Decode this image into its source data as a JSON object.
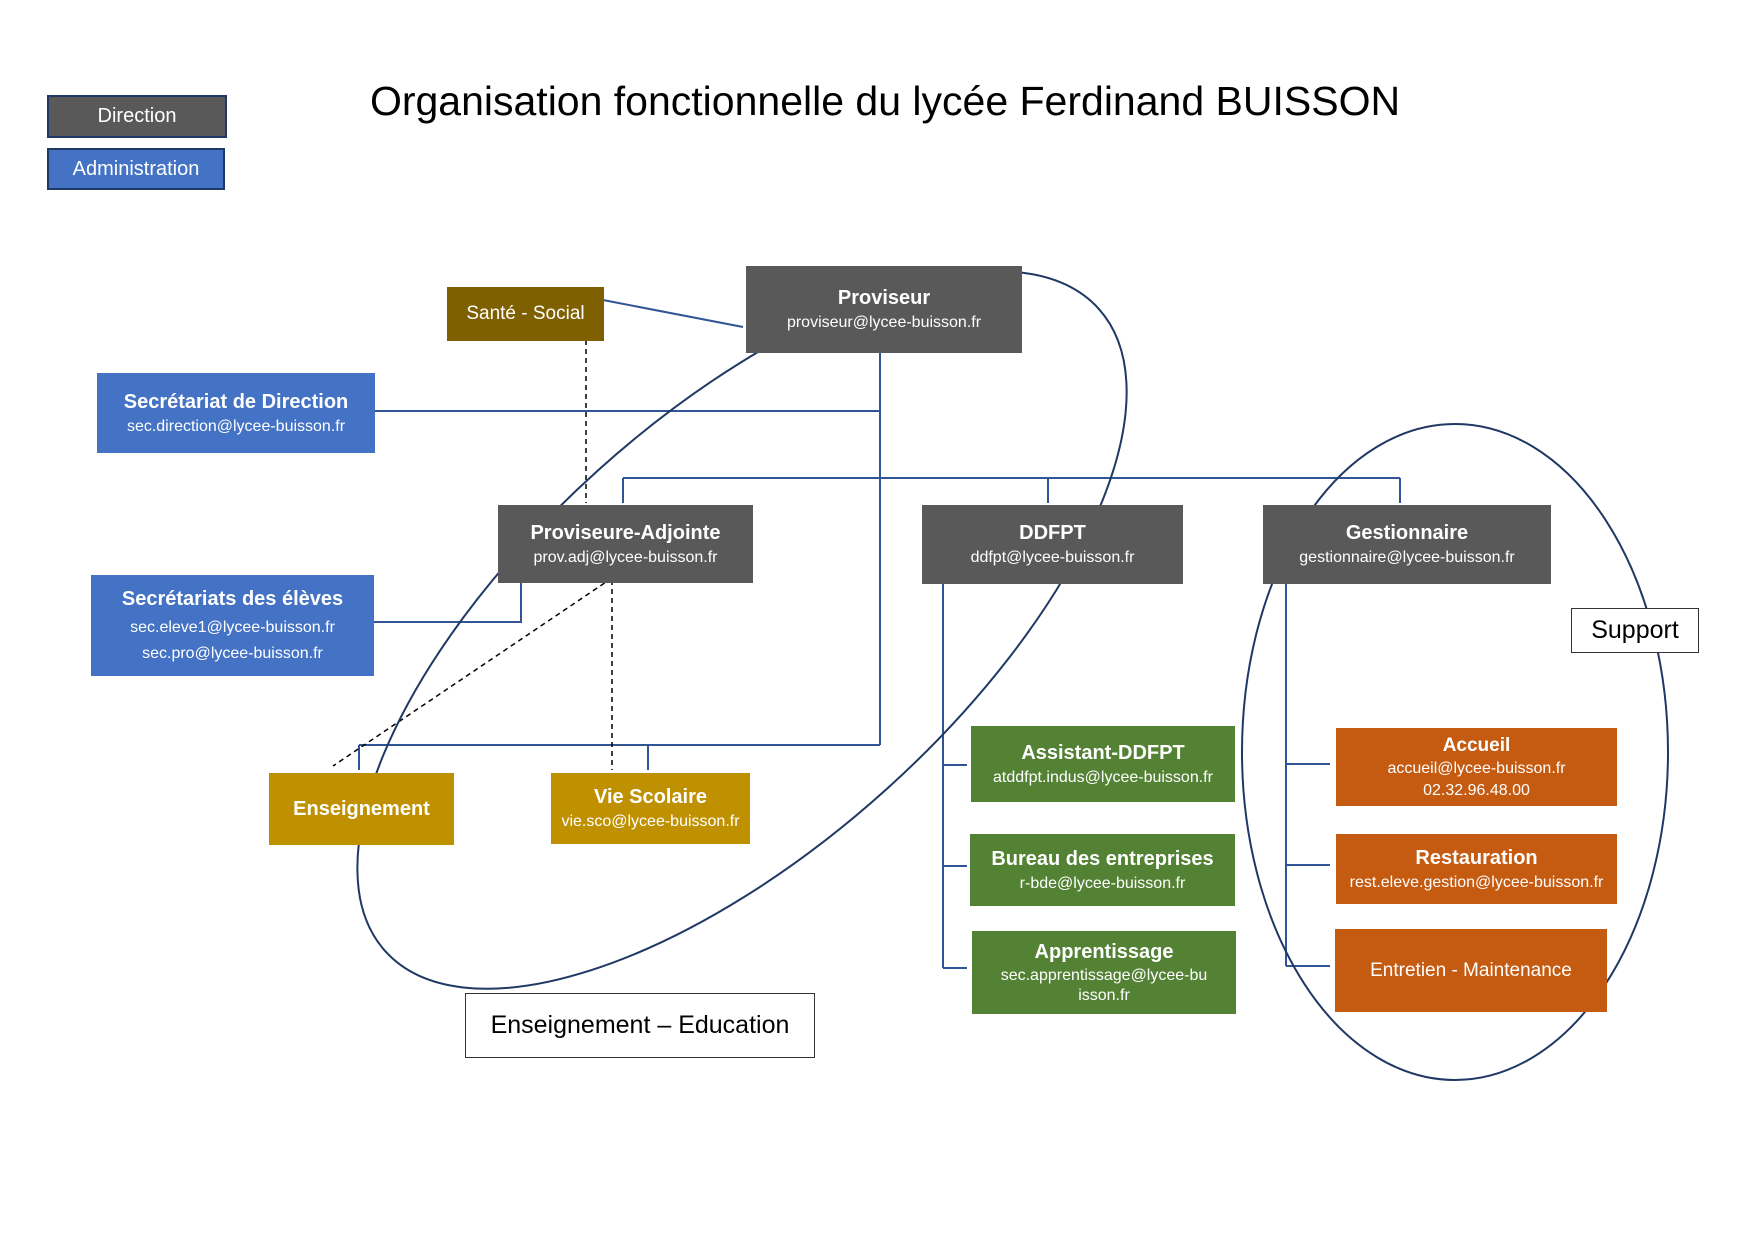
{
  "title": "Organisation fonctionnelle du lycée Ferdinand BUISSON",
  "legend": {
    "direction": "Direction",
    "administration": "Administration"
  },
  "groups": {
    "enseignement": "Enseignement – Education",
    "support": "Support"
  },
  "colors": {
    "direction": "#595959",
    "administration": "#4472c4",
    "sante": "#7f6000",
    "enseignement": "#bf9000",
    "ddfpt_services": "#548235",
    "support_services": "#c55a11",
    "lines": "#2f5597"
  },
  "nodes": {
    "proviseur": {
      "title": "Proviseur",
      "email": "proviseur@lycee-buisson.fr"
    },
    "sante": {
      "title": "Santé - Social"
    },
    "sec_direction": {
      "title": "Secrétariat de Direction",
      "email": "sec.direction@lycee-buisson.fr"
    },
    "prov_adjointe": {
      "title": "Proviseure-Adjointe",
      "email": "prov.adj@lycee-buisson.fr"
    },
    "ddfpt": {
      "title": "DDFPT",
      "email": "ddfpt@lycee-buisson.fr"
    },
    "gestionnaire": {
      "title": "Gestionnaire",
      "email": "gestionnaire@lycee-buisson.fr"
    },
    "sec_eleves": {
      "title": "Secrétariats des élèves",
      "email1": "sec.eleve1@lycee-buisson.fr",
      "email2": "sec.pro@lycee-buisson.fr"
    },
    "enseignement": {
      "title": "Enseignement"
    },
    "vie_scolaire": {
      "title": "Vie Scolaire",
      "email": "vie.sco@lycee-buisson.fr"
    },
    "assistant_ddfpt": {
      "title": "Assistant-DDFPT",
      "email": "atddfpt.indus@lycee-buisson.fr"
    },
    "bureau_entreprises": {
      "title": "Bureau des entreprises",
      "email": "r-bde@lycee-buisson.fr"
    },
    "apprentissage": {
      "title": "Apprentissage",
      "email": "sec.apprentissage@lycee-buisson.fr"
    },
    "accueil": {
      "title": "Accueil",
      "email": "accueil@lycee-buisson.fr",
      "phone": "02.32.96.48.00"
    },
    "restauration": {
      "title": "Restauration",
      "email": "rest.eleve.gestion@lycee-buisson.fr"
    },
    "entretien": {
      "title": "Entretien - Maintenance"
    }
  }
}
